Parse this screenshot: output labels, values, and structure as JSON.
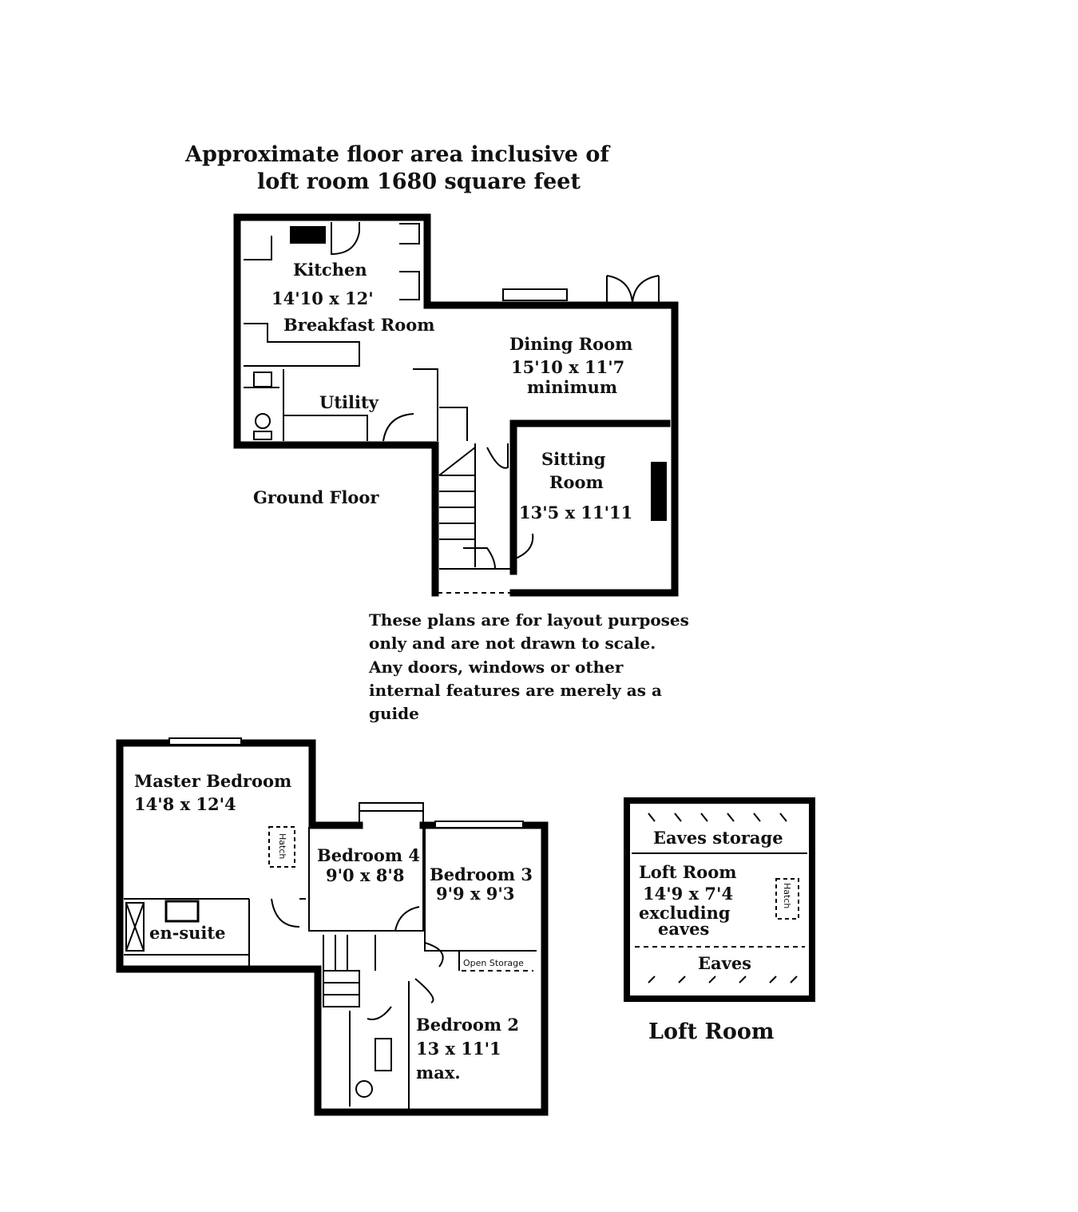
{
  "title": {
    "line1": "Approximate floor area inclusive of",
    "line2": "loft room 1680 square feet"
  },
  "ground_floor": {
    "label": "Ground Floor",
    "kitchen": {
      "name": "Kitchen",
      "size": "14'10 x 12'",
      "extra": "Breakfast Room"
    },
    "dining": {
      "name": "Dining Room",
      "size": "15'10 x 11'7",
      "extra": "minimum"
    },
    "utility": {
      "name": "Utility"
    },
    "sitting": {
      "name1": "Sitting",
      "name2": "Room",
      "size": "13'5 x 11'11"
    }
  },
  "disclaimer": [
    "These plans are for layout purposes",
    "only and are not drawn to scale.",
    "Any doors, windows or other",
    "internal features are merely as a",
    "guide"
  ],
  "first_floor": {
    "master": {
      "name": "Master Bedroom",
      "size": "14'8 x 12'4"
    },
    "hatch": "Hatch",
    "ensuite": "en-suite",
    "bed4": {
      "name": "Bedroom 4",
      "size": "9'0 x 8'8"
    },
    "bed3": {
      "name": "Bedroom 3",
      "size": "9'9 x 9'3"
    },
    "open_storage": "Open Storage",
    "bed2": {
      "name": "Bedroom 2",
      "size": "13 x 11'1",
      "extra": "max."
    }
  },
  "loft": {
    "label": "Loft Room",
    "eaves_storage": "Eaves storage",
    "name": "Loft Room",
    "size": "14'9 x 7'4",
    "note1": "excluding",
    "note2": "eaves",
    "eaves": "Eaves",
    "hatch": "Hatch"
  }
}
